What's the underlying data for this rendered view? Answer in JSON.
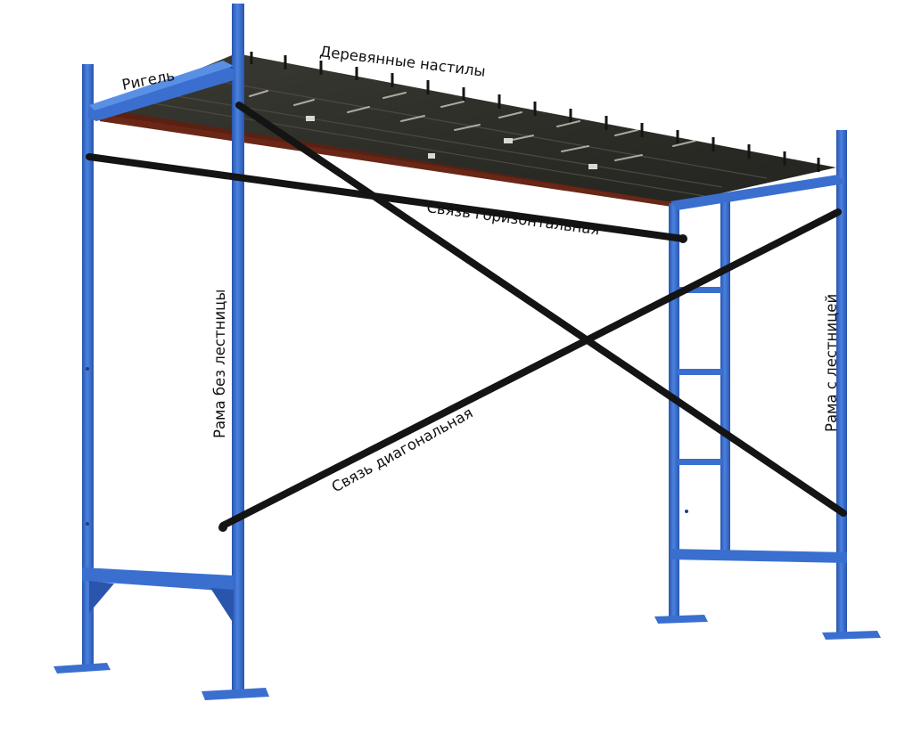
{
  "labels": {
    "rigel": "Ригель",
    "wooden_decks": "Деревянные настилы",
    "horizontal_brace": "Связь горизонтальная",
    "frame_without_ladder": "Рама без лестницы",
    "diagonal_brace": "Связь диагональная",
    "frame_with_ladder": "Рама с лестницей"
  },
  "colors": {
    "frame_blue": "#3a6fd0",
    "frame_blue_dark": "#2a55ad",
    "brace_black": "#141414",
    "deck_dark": "#2b2b27",
    "deck_red": "#6a2718",
    "deck_highlight": "#c9c9bf"
  }
}
